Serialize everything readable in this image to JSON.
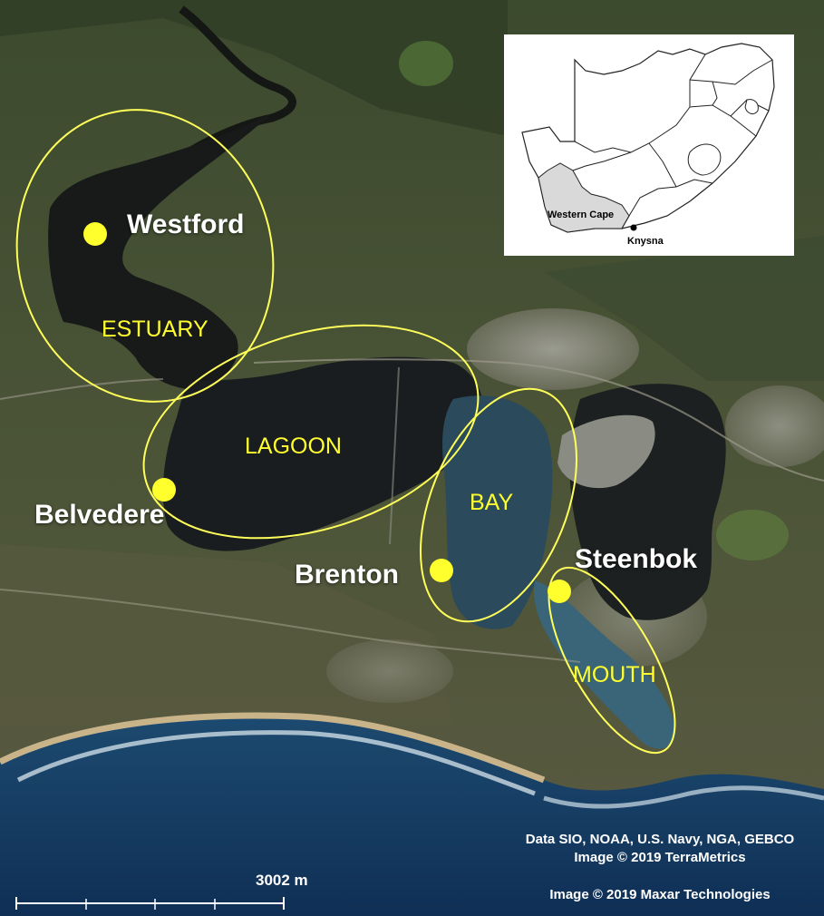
{
  "sites": {
    "westford": "Westford",
    "belvedere": "Belvedere",
    "brenton": "Brenton",
    "steenbok": "Steenbok"
  },
  "zones": {
    "estuary": "ESTUARY",
    "lagoon": "LAGOON",
    "bay": "BAY",
    "mouth": "MOUTH"
  },
  "inset": {
    "province_label": "Western Cape",
    "town_label": "Knysna"
  },
  "scale_bar": {
    "label": "3002 m"
  },
  "attribution": {
    "line1": "Data SIO, NOAA, U.S. Navy, NGA, GEBCO",
    "line2": "Image © 2019 TerraMetrics",
    "line3": "Image © 2019 Maxar Technologies"
  },
  "colors": {
    "zone_outline": "#ffff5a",
    "site_marker": "#ffff2e",
    "province_fill": "#d9d9d9"
  }
}
